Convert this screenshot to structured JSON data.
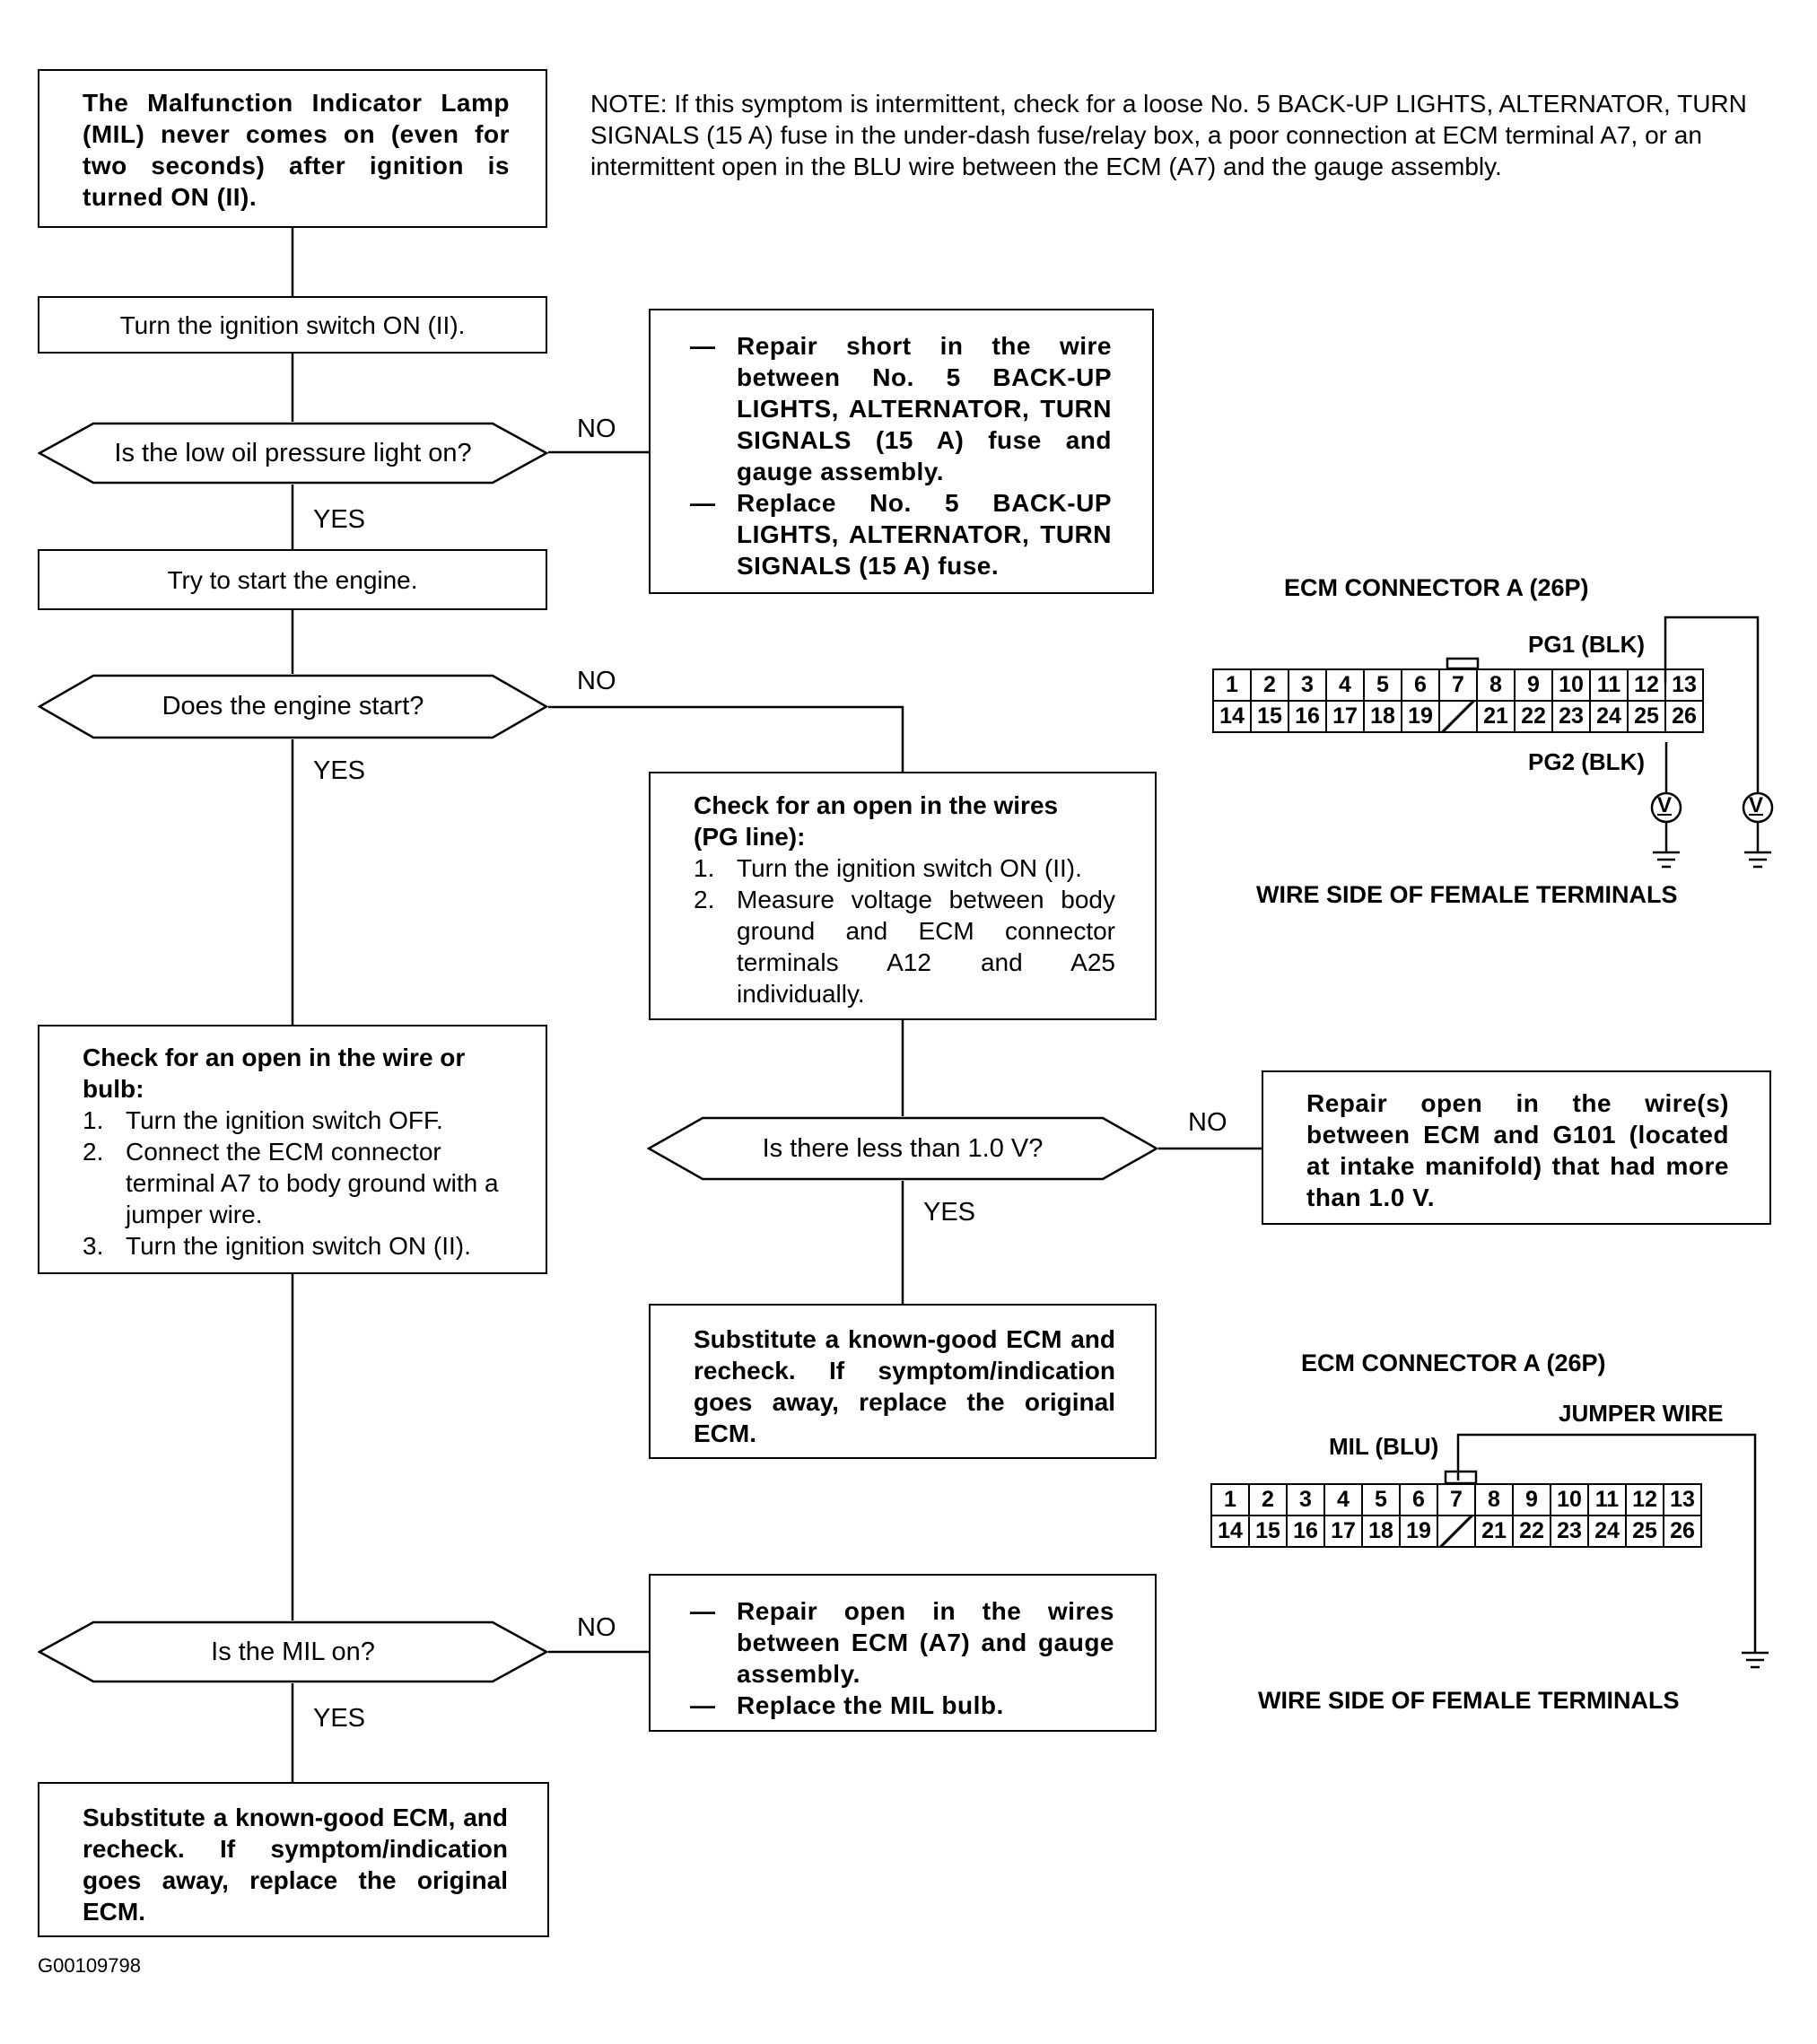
{
  "note": "NOTE: If this symptom is intermittent, check for a loose No. 5 BACK-UP LIGHTS, ALTERNATOR, TURN SIGNALS (15 A) fuse in the under-dash fuse/relay box, a poor connection at ECM terminal A7, or an intermittent open in the BLU wire between the ECM (A7) and the gauge assembly.",
  "start": "The Malfunction Indicator Lamp (MIL) never comes on (even for two seconds) after ignition is turned ON (II).",
  "step_ignition": "Turn the ignition switch ON (II).",
  "q_oil": "Is the low oil pressure light on?",
  "repair_fuse": {
    "item1": "Repair short in the wire between No. 5 BACK-UP LIGHTS, ALTERNATOR, TURN SIGNALS (15 A) fuse and gauge assembly.",
    "item2": "Replace No. 5 BACK-UP LIGHTS, ALTERNATOR, TURN SIGNALS (15 A) fuse."
  },
  "step_start": "Try to start the engine.",
  "q_engine": "Does the engine start?",
  "check_pg": {
    "title": "Check for an open in the wires\n(PG line):",
    "step1": "Turn the ignition switch ON (II).",
    "step2": "Measure voltage between body ground and ECM connector terminals A12 and A25 individually."
  },
  "check_wire": {
    "title": "Check for an open in the wire or\nbulb:",
    "step1": "Turn the ignition switch OFF.",
    "step2": "Connect the ECM connector terminal A7 to body ground with a jumper wire.",
    "step3": "Turn the ignition switch ON (II)."
  },
  "q_voltage": "Is there less than 1.0 V?",
  "repair_g101": "Repair open in the wire(s) between ECM and G101 (located at intake manifold) that had more than 1.0 V.",
  "substitute1": "Substitute a known-good ECM and recheck. If symptom/indication goes away, replace the original ECM.",
  "q_mil": "Is the MIL on?",
  "repair_mil": {
    "item1": "Repair open in the wires between ECM (A7) and gauge assembly.",
    "item2": "Replace the MIL bulb."
  },
  "substitute2": "Substitute a known-good ECM, and recheck. If symptom/indication goes away, replace the original ECM.",
  "labels": {
    "no": "NO",
    "yes": "YES",
    "n1": "1.",
    "n2": "2.",
    "n3": "3."
  },
  "connector1": {
    "title": "ECM CONNECTOR A (26P)",
    "pg1": "PG1 (BLK)",
    "pg2": "PG2 (BLK)",
    "meter": "V",
    "caption": "WIRE SIDE OF FEMALE TERMINALS"
  },
  "connector2": {
    "title": "ECM CONNECTOR A (26P)",
    "jumper": "JUMPER WIRE",
    "mil": "MIL (BLU)",
    "caption": "WIRE SIDE OF FEMALE TERMINALS"
  },
  "pins_row1": [
    "1",
    "2",
    "3",
    "4",
    "5",
    "6",
    "7",
    "8",
    "9",
    "10",
    "11",
    "12",
    "13"
  ],
  "pins_row2": [
    "14",
    "15",
    "16",
    "17",
    "18",
    "19",
    "",
    "21",
    "22",
    "23",
    "24",
    "25",
    "26"
  ],
  "figure_id": "G00109798"
}
